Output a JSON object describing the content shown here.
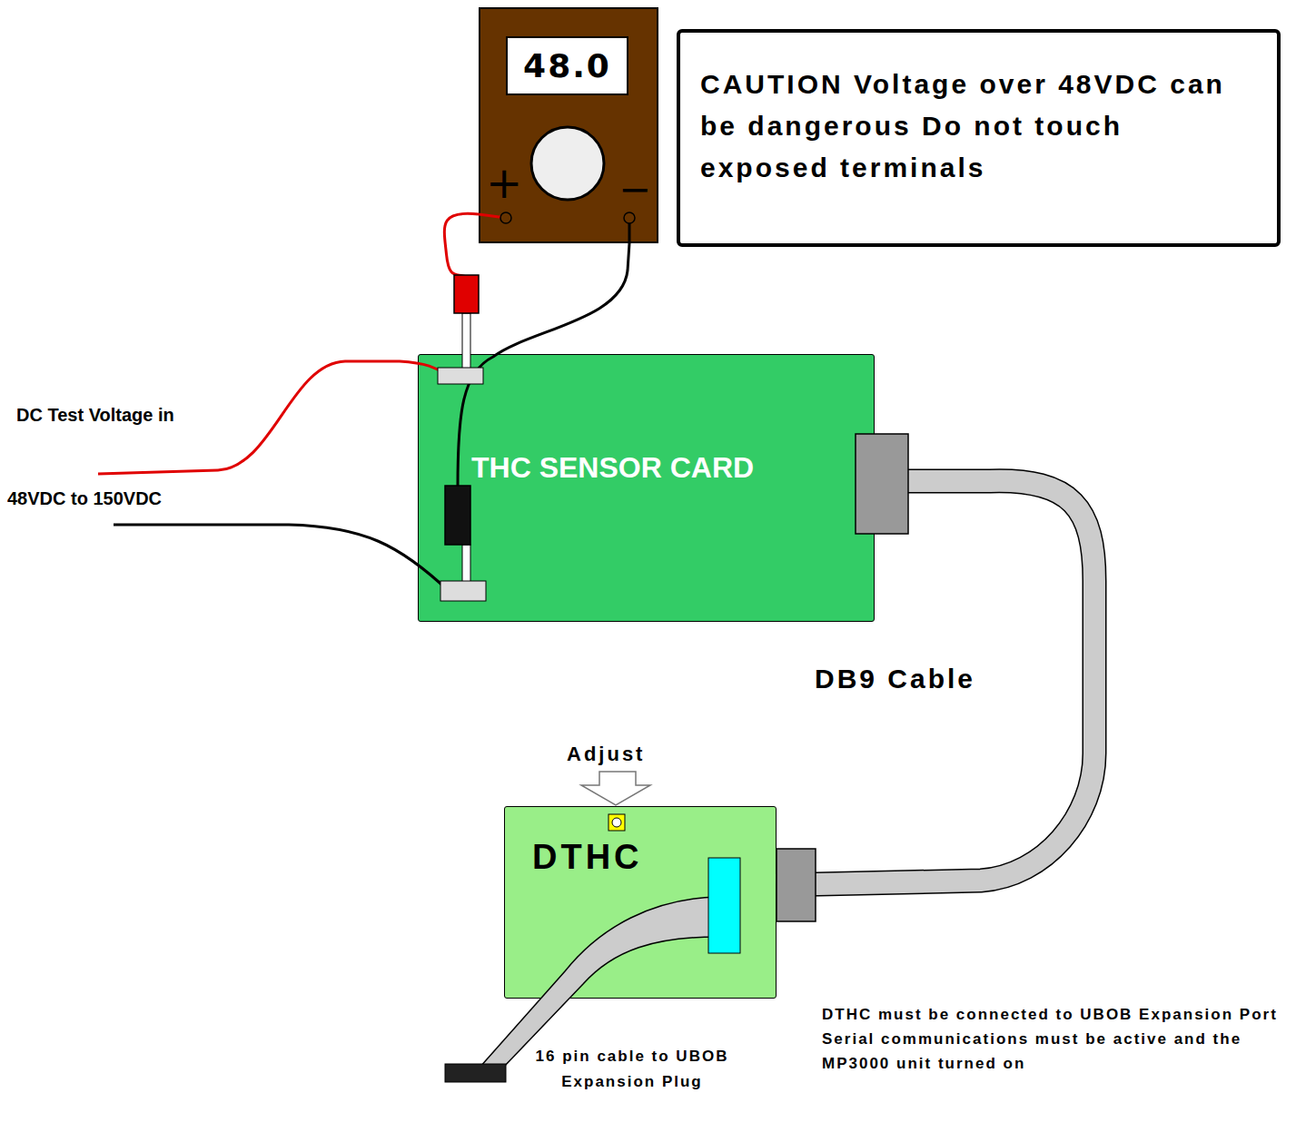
{
  "diagram": {
    "nodes": [
      {
        "text": [
          "+",
          "−"
        ]
      },
      {
        "text": [
          "48.0"
        ],
        "in": 0
      },
      {
        "text": [
          "CAUTION Voltage over 48VDC can be dangerous Do not touch exposed terminals"
        ]
      },
      {
        "text": [
          "THC SENSOR CARD"
        ]
      },
      {
        "text": [
          "DTHC"
        ]
      }
    ],
    "edges": [
      {
        "from": 0,
        "to": 3,
        "arrow": "none"
      },
      {
        "from": 0,
        "to": 3,
        "arrow": "none"
      },
      {
        "from": 3,
        "to": 4,
        "label": "DB9 Cable",
        "arrow": "none"
      }
    ],
    "labels": [
      "DC Test Voltage in",
      "48VDC to 150VDC",
      "Adjust",
      "16 pin cable to UBOB Expansion Plug",
      "DTHC must be connected to UBOB Expansion Port Serial communications must be active and the MP3000 unit turned on"
    ]
  }
}
